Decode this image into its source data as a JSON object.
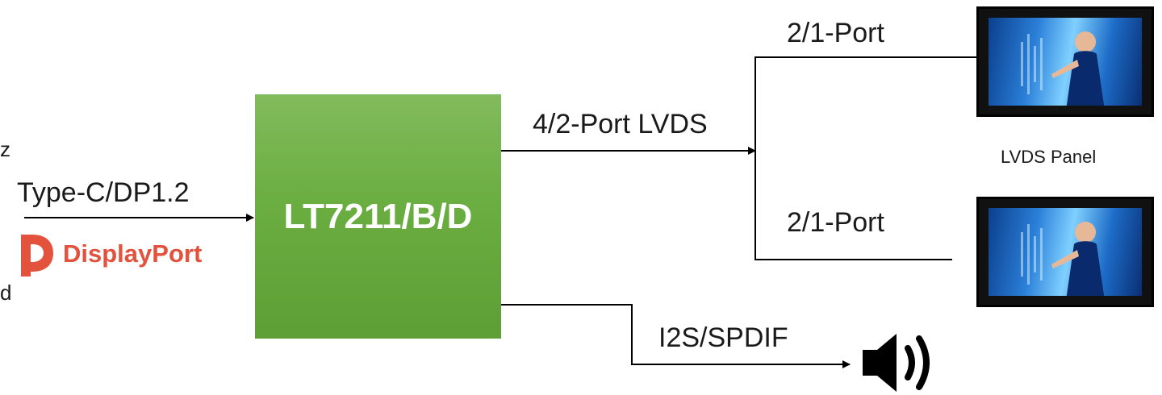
{
  "input": {
    "cut_top": "z",
    "interface": "Type-C/DP1.2",
    "cut_bottom": "d",
    "logo_text": "DisplayPort"
  },
  "chip": {
    "label": "LT7211/B/D"
  },
  "outputs": {
    "lvds_main": "4/2-Port LVDS",
    "port_top": "2/1-Port",
    "port_bottom": "2/1-Port",
    "panel_caption": "LVDS  Panel",
    "audio": "I2S/SPDIF"
  },
  "icons": {
    "logo": "displayport-logo-icon",
    "panel": "lvds-panel-image",
    "speaker": "speaker-icon"
  },
  "colors": {
    "chip_green": "#6aad40",
    "displayport_red": "#e2523c",
    "line": "#000000"
  }
}
